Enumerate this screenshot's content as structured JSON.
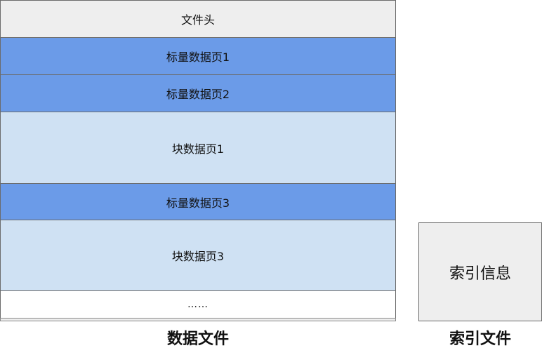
{
  "data_file": {
    "rows": [
      {
        "label": "文件头",
        "type": "header",
        "color": "#eeeeee"
      },
      {
        "label": "标量数据页1",
        "type": "scalar",
        "color": "#6b9be8"
      },
      {
        "label": "标量数据页2",
        "type": "scalar",
        "color": "#6b9be8"
      },
      {
        "label": "块数据页1",
        "type": "block",
        "color": "#cfe1f3"
      },
      {
        "label": "标量数据页3",
        "type": "scalar",
        "color": "#6b9be8"
      },
      {
        "label": "块数据页3",
        "type": "block",
        "color": "#cfe1f3"
      },
      {
        "label": "……",
        "type": "ellipsis",
        "color": "#ffffff"
      }
    ],
    "caption": "数据文件"
  },
  "index_file": {
    "box_label": "索引信息",
    "color": "#eeeeee",
    "caption": "索引文件"
  }
}
